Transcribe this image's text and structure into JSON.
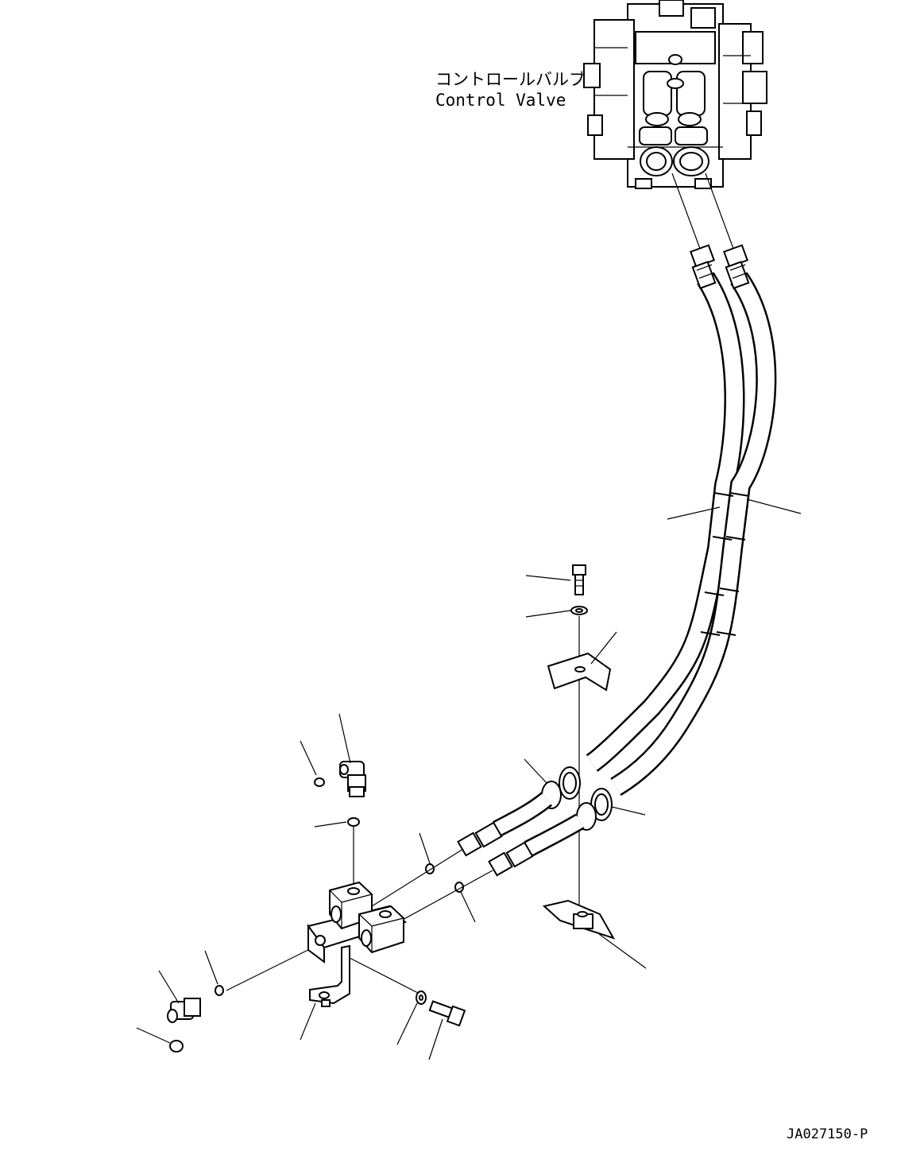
{
  "callout": {
    "japanese": "コントロールバルブ",
    "english": "Control Valve"
  },
  "drawing_code": "JA027150-P"
}
